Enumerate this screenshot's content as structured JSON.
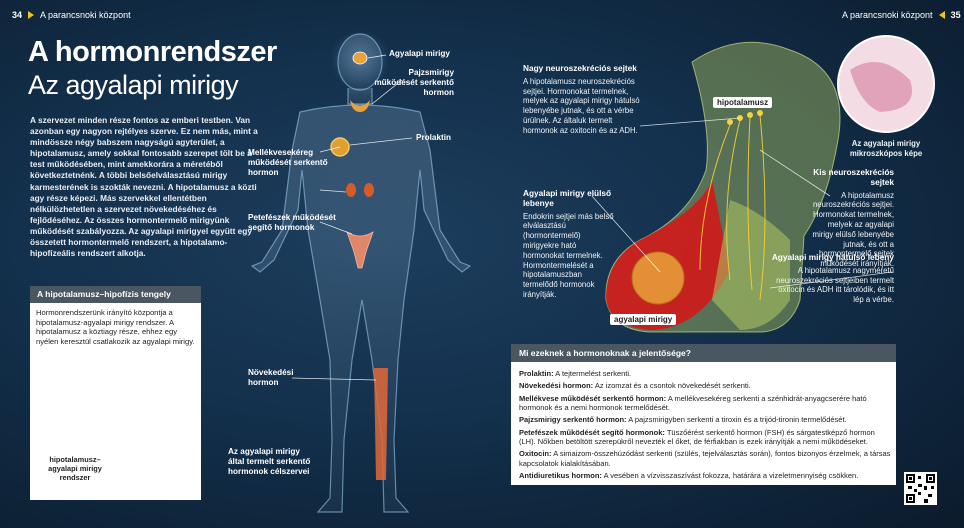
{
  "header": {
    "left_page": "34",
    "left_section": "A parancsnoki központ",
    "right_section": "A parancsnoki központ",
    "right_page": "35"
  },
  "title": {
    "main": "A hormonrendszer",
    "sub": "Az agyalapi mirigy"
  },
  "intro": "A szervezet minden része fontos az emberi testben. Van azonban egy nagyon rejtélyes szerve. Ez nem más, mint a mindössze négy babszem nagyságú agyterület, a hipotalamusz, amely sokkal fontosabb szerepet tölt be a test működésében, mint amekkorára a méretéből következtetnénk. A többi belsőelválasztású mirigy karmesterének is szokták nevezni. A hipotalamusz a közti agy része képezi. Más szervekkel ellentétben nélkülözhetetlen a szervezet növekedéséhez és fejlődéséhez. Az összes hormontermelő mirigyünk működését szabályozza. Az agyalapi mirigyel együtt egy összetett hormontermelő rendszert, a hipotalamo-hipofízeális rendszert alkotja.",
  "axis_box": {
    "heading": "A hipotalamusz–hipofízis tengely",
    "text": "Hormonrendszerünk irányító központja a hipotalamusz-agyalapi mirigy rendszer. A hipotalamusz a köztiagy része, ehhez egy nyélen keresztül csatlakozik az agyalapi mirigy.",
    "brain_label": "hipotalamusz–agyalapi mirigy rendszer"
  },
  "body_labels": {
    "pituitary": "Agyalapi mirigy",
    "thyroid": "Pajzsmirigy működését serkentő hormon",
    "prolactin": "Prolaktin",
    "adrenal": "Mellékvesekéreg működését serkentő hormon",
    "ovary": "Petefészek működését segítő hormonok",
    "growth": "Növekedési hormon",
    "targets": "Az agyalapi mirigy által termelt serkentő hormonok célszervei"
  },
  "right_page": {
    "large_cells_title": "Nagy neuroszekréciós sejtek",
    "large_cells_text": "A hipotalamusz neuroszekréciós sejtjei. Hormonokat termelnek, melyek az agyalapi mirigy hátulsó lebenyébe jutnak, és ott a vérbe ürülnek. Az általuk termelt hormonok az oxitocin és az ADH.",
    "hypothalamus_tag": "hipotalamusz",
    "micro_caption": "Az agyalapi mirigy mikroszkópos képe",
    "small_cells_title": "Kis neuroszekréciós sejtek",
    "small_cells_text": "A hipotalamusz neuroszekréciós sejtjei. Hormonokat termelnek, melyek az agyalapi mirigy elülső lebenyébe jutnak, és ott a hormontermelő sejtek működését irányítják.",
    "anterior_title": "Agyalapi mirigy elülső lebenye",
    "anterior_text": "Endokrin sejtjei más belső elválasztású (hormontermelő) mirigyekre ható hormonokat termelnek. Hormontermelését a hipotalamuszban termelődő hormonok irányítják.",
    "posterior_title": "Agyalapi mirigy hátulsó lebeny",
    "posterior_text": "A hipotalamusz nagyméretű neuroszekréciós sejtjeiben termelt oxitocin és ADH itt tárolódik, és itt lép a vérbe.",
    "pituitary_tag": "agyalapi mirigy"
  },
  "significance": {
    "heading": "Mi ezeknek a hormonoknak a jelentősége?",
    "items": [
      {
        "term": "Prolaktin:",
        "desc": "A tejtermelést serkenti."
      },
      {
        "term": "Növekedési hormon:",
        "desc": "Az izomzat és a csontok növekedését serkenti."
      },
      {
        "term": "Mellékvese működését serkentő hormon:",
        "desc": "A mellékvesekéreg serkenti a szénhidrát-anyagcserére ható hormonok és a nemi hormonok termelődését."
      },
      {
        "term": "Pajzsmirigy serkentő hormon:",
        "desc": "A pajzsmirigyben serkenti a tiroxin és a trijód-tironin termelődését."
      },
      {
        "term": "Petefészek működését segítő hormonok:",
        "desc": "Tüszőérést serkentő hormon (FSH) és sárgatestképző hormon (LH). Nőkben betöltött szerepükről nevezték el őket, de férfiakban is ezek irányítják a nemi működéseket."
      },
      {
        "term": "Oxitocin:",
        "desc": "A simaizom-összehúzódást serkenti (szülés, tejelválasztás során), fontos bizonyos érzelmek, a társas kapcsolatok kialakításában."
      },
      {
        "term": "Antidiuretikus hormon:",
        "desc": "A vesében a vízvisszaszívást fokozza, határára a vizeletmennyiség csökken."
      }
    ]
  },
  "colors": {
    "accent": "#f2c21b",
    "box_header": "#4a5662",
    "background": "#13304c"
  }
}
